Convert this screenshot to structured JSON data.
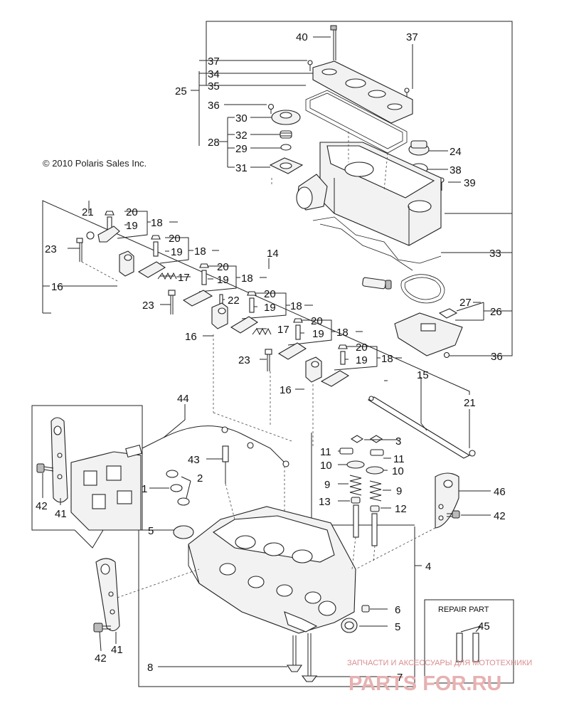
{
  "copyright": "© 2010 Polaris Sales Inc.",
  "repair_box_title": "REPAIR PART",
  "watermark": {
    "line1": "ЗАПЧАСТИ И АКСЕССУАРЫ ДЛЯ МОТОТЕХНИКИ",
    "line2": "PARTS FOR.RU"
  },
  "callouts": {
    "p40": "40",
    "p37a": "37",
    "p37b": "37",
    "p34": "34",
    "p35": "35",
    "p25": "25",
    "p36a": "36",
    "p30": "30",
    "p32": "32",
    "p28": "28",
    "p29": "29",
    "p31": "31",
    "p24": "24",
    "p38": "38",
    "p39": "39",
    "p33": "33",
    "p26": "26",
    "p27": "27",
    "p36b": "36",
    "p21a": "21",
    "p20a": "20",
    "p19a": "19",
    "p18a": "18",
    "p23a": "23",
    "p20b": "20",
    "p19b": "19",
    "p18b": "18",
    "p14": "14",
    "p16a": "16",
    "p17a": "17",
    "p20c": "20",
    "p19c": "19",
    "p18c": "18",
    "p23b": "23",
    "p22": "22",
    "p20d": "20",
    "p19d": "19",
    "p18d": "18",
    "p16b": "16",
    "p17b": "17",
    "p20e": "20",
    "p19e": "19",
    "p18e": "18",
    "p23c": "23",
    "p20f": "20",
    "p19f": "19",
    "p18f": "18",
    "p16c": "16",
    "p15": "15",
    "p21b": "21",
    "p44": "44",
    "p3": "3",
    "p11a": "11",
    "p11b": "11",
    "p10a": "10",
    "p10b": "10",
    "p43": "43",
    "p9a": "9",
    "p9b": "9",
    "p13": "13",
    "p12": "12",
    "p1": "1",
    "p2": "2",
    "p42a": "42",
    "p41a": "41",
    "p46": "46",
    "p42b": "42",
    "p5a": "5",
    "p4": "4",
    "p6": "6",
    "p5b": "5",
    "p42c": "42",
    "p41b": "41",
    "p45": "45",
    "p8": "8",
    "p7": "7"
  }
}
